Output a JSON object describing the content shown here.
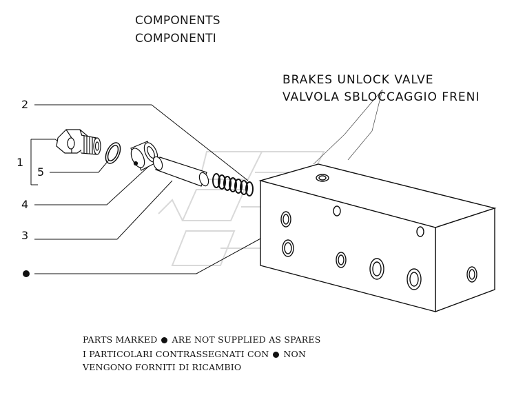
{
  "header": {
    "line1": "COMPONENTS",
    "line2": "COMPONENTI"
  },
  "assembly_title": {
    "line1": "BRAKES UNLOCK VALVE",
    "line2": "VALVOLA SBLOCCAGGIO FRENI"
  },
  "callouts": [
    "2",
    "1",
    "5",
    "4",
    "3"
  ],
  "notes": {
    "line1_a": "PARTS MARKED",
    "line1_b": "ARE NOT SUPPLIED AS SPARES",
    "line2_a": "I PARTICOLARI CONTRASSEGNATI CON",
    "line2_b": "NON",
    "line3": "VENGONO FORNITI DI RICAMBIO"
  }
}
